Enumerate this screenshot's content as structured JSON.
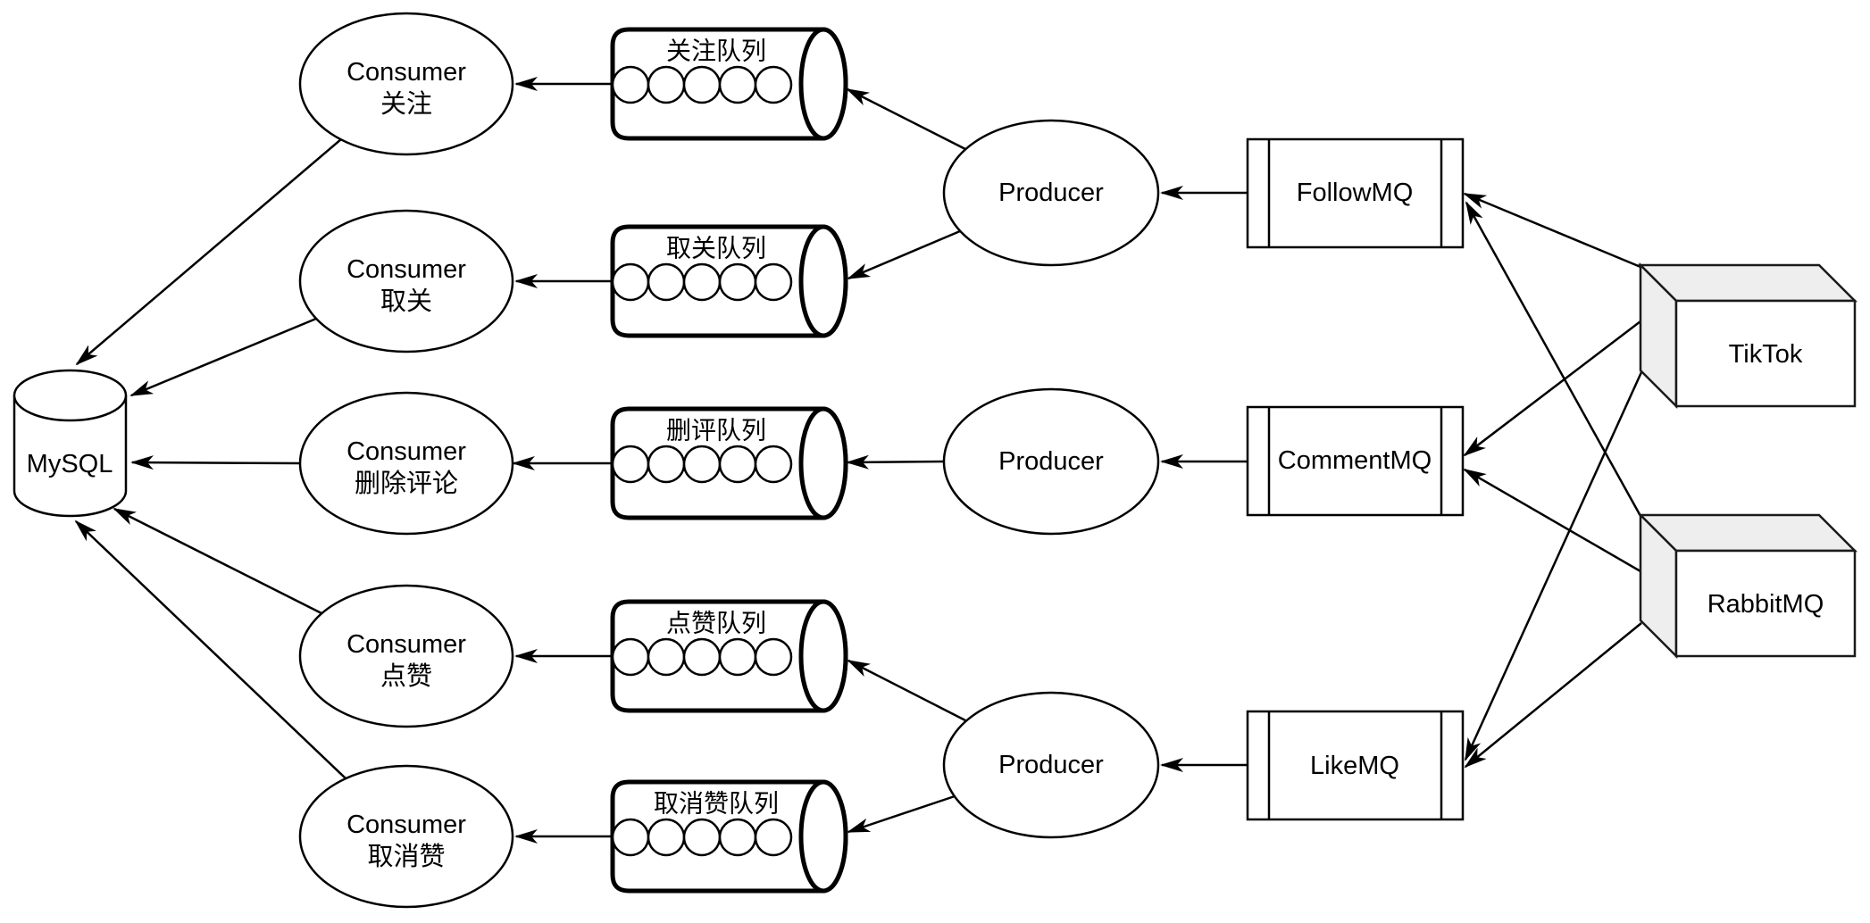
{
  "diagram": {
    "database": {
      "label": "MySQL"
    },
    "consumers": [
      {
        "line1": "Consumer",
        "line2": "关注"
      },
      {
        "line1": "Consumer",
        "line2": "取关"
      },
      {
        "line1": "Consumer",
        "line2": "删除评论"
      },
      {
        "line1": "Consumer",
        "line2": "点赞"
      },
      {
        "line1": "Consumer",
        "line2": "取消赞"
      }
    ],
    "queues": [
      {
        "title": "关注队列"
      },
      {
        "title": "取关队列"
      },
      {
        "title": "删评队列"
      },
      {
        "title": "点赞队列"
      },
      {
        "title": "取消赞队列"
      }
    ],
    "queue_message_slots": 5,
    "producers": [
      {
        "label": "Producer"
      },
      {
        "label": "Producer"
      },
      {
        "label": "Producer"
      }
    ],
    "mq_components": [
      {
        "label": "FollowMQ"
      },
      {
        "label": "CommentMQ"
      },
      {
        "label": "LikeMQ"
      }
    ],
    "brokers": [
      {
        "label": "TikTok"
      },
      {
        "label": "RabbitMQ"
      }
    ],
    "colors": {
      "stroke": "#000000",
      "shape_fill": "#ffffff",
      "box_shade": "#eeeeee",
      "background": "#ffffff"
    }
  }
}
